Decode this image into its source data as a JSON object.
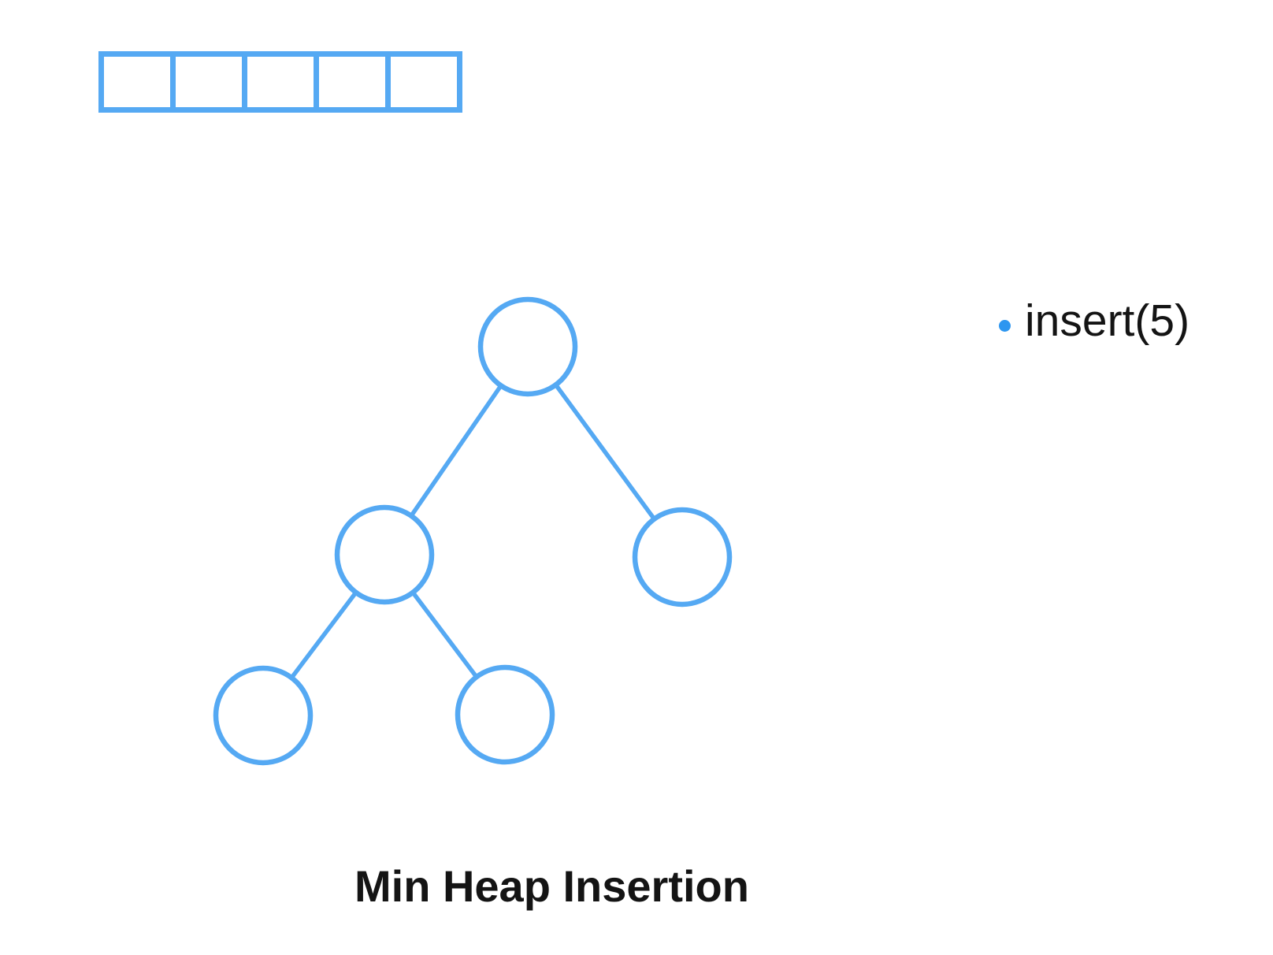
{
  "title": {
    "text": "Min Heap Insertion"
  },
  "annotation": {
    "label": "insert(5)",
    "bullet": "dot"
  },
  "array": {
    "cell_count": 5,
    "cells": [
      "",
      "",
      "",
      "",
      ""
    ]
  },
  "tree": {
    "node_count": 5,
    "nodes": [
      {
        "id": "root",
        "value": ""
      },
      {
        "id": "left-child",
        "value": ""
      },
      {
        "id": "right-child",
        "value": ""
      },
      {
        "id": "left-left-leaf",
        "value": ""
      },
      {
        "id": "left-right-leaf",
        "value": ""
      }
    ],
    "edges": [
      [
        "root",
        "left-child"
      ],
      [
        "root",
        "right-child"
      ],
      [
        "left-child",
        "left-left-leaf"
      ],
      [
        "left-child",
        "left-right-leaf"
      ]
    ]
  },
  "colors": {
    "shape_blue": "#55a9f3",
    "bullet_blue": "#2d96f0",
    "text": "#141414",
    "background": "#ffffff"
  }
}
